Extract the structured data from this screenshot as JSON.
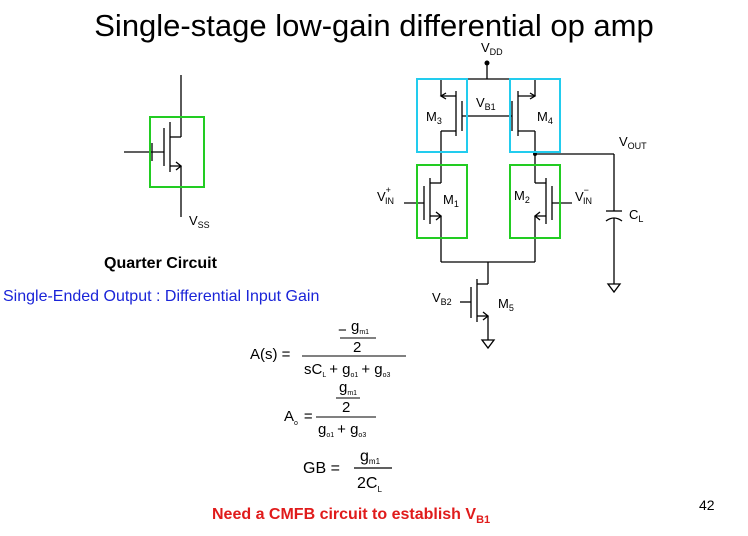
{
  "title": "Single-stage low-gain differential op amp",
  "quarter_circuit_label": "Quarter Circuit",
  "quarter_vss": "V",
  "quarter_vss_sub": "SS",
  "single_ended_label": "Single-Ended Output : Differential Input Gain",
  "circuit": {
    "vdd": "V",
    "vdd_sub": "DD",
    "vb1": "V",
    "vb1_sub": "B1",
    "vout": "V",
    "vout_sub": "OUT",
    "vin_plus": "V",
    "vin_plus_sub": "IN",
    "vin_plus_sup": "+",
    "vin_minus": "V",
    "vin_minus_sub": "IN",
    "vin_minus_sup": "−",
    "cl": "C",
    "cl_sub": "L",
    "vb2": "V",
    "vb2_sub": "B2",
    "m1": "M",
    "m1_sub": "1",
    "m2": "M",
    "m2_sub": "2",
    "m3": "M",
    "m3_sub": "3",
    "m4": "M",
    "m4_sub": "4",
    "m5": "M",
    "m5_sub": "5"
  },
  "equations": {
    "as_lhs": "A(s) =",
    "as_num_sign": "−",
    "as_num_g": "g",
    "as_num_g_sub": "m1",
    "as_num_den": "2",
    "as_den": "sC",
    "as_den_sub": "L",
    "as_den_plus1": "+ g",
    "as_den_sub2": "o1",
    "as_den_plus2": "+ g",
    "as_den_sub3": "o3",
    "ao_lhs": "A",
    "ao_lhs_sub": "o",
    "ao_eq": "=",
    "ao_num_g": "g",
    "ao_num_g_sub": "m1",
    "ao_num_den": "2",
    "ao_den": "g",
    "ao_den_sub1": "o1",
    "ao_den_plus": "+ g",
    "ao_den_sub2": "o3",
    "gb_lhs": "GB =",
    "gb_num": "g",
    "gb_num_sub": "m1",
    "gb_den": "2C",
    "gb_den_sub": "L"
  },
  "cmfb_note": "Need a CMFB circuit to establish V",
  "cmfb_note_sub": "B1",
  "page_number": "42",
  "colors": {
    "box_green": "#22cc22",
    "box_cyan": "#22ccee",
    "note_red": "#e01b1b",
    "blue_text": "#1a24d8"
  }
}
